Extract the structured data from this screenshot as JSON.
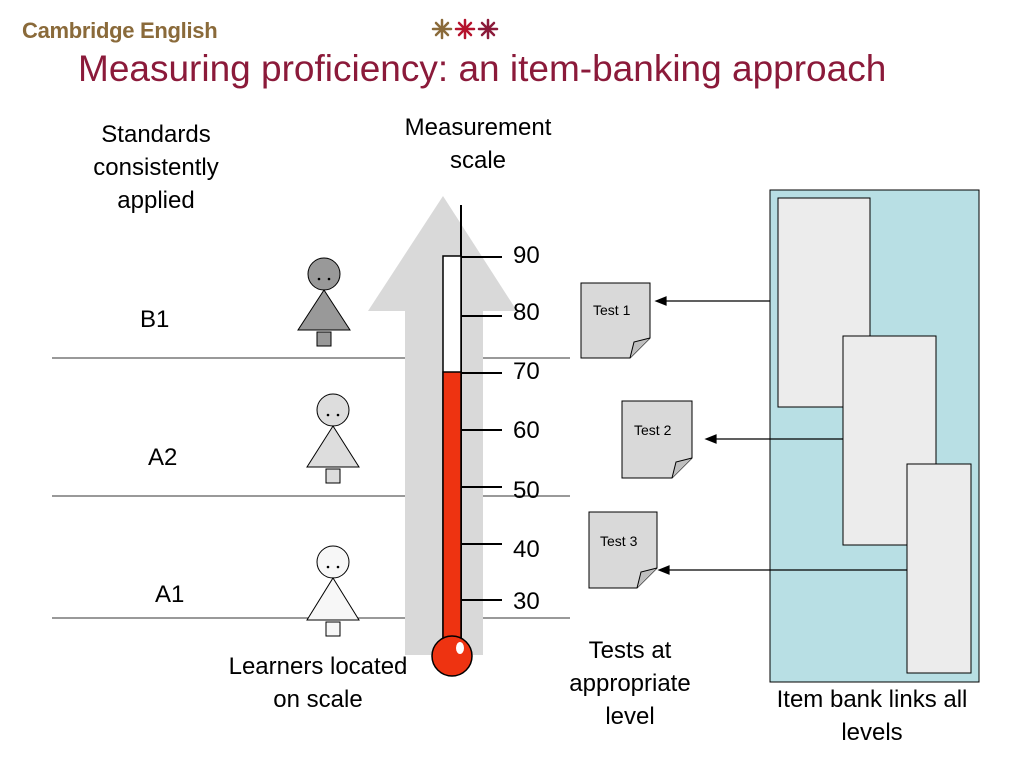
{
  "header": {
    "brand": "Cambridge English",
    "title": "Measuring proficiency: an item-banking approach"
  },
  "labels": {
    "standards": [
      "Standards",
      "consistently",
      "applied"
    ],
    "measurement": [
      "Measurement",
      "scale"
    ],
    "learners": [
      "Learners located",
      "on scale"
    ],
    "tests": [
      "Tests at",
      "appropriate",
      "level"
    ],
    "itembank": [
      "Item bank links all",
      "levels"
    ]
  },
  "levels": [
    "B1",
    "A2",
    "A1"
  ],
  "scale_ticks": [
    "90",
    "80",
    "70",
    "60",
    "50",
    "40",
    "30"
  ],
  "tests": [
    "Test 1",
    "Test 2",
    "Test 3"
  ],
  "colors": {
    "title": "#8b1a3a",
    "brand": "#8a6a3a",
    "mercury": "#ee3311",
    "arrow": "#d9d9d9",
    "itembank_bg": "#b8dfe4",
    "itembank_item": "#ececec",
    "learner_b1": "#999999",
    "learner_a2": "#dddddd",
    "learner_a1": "#f7f7f7"
  },
  "icons": [
    "emblem-icon"
  ]
}
